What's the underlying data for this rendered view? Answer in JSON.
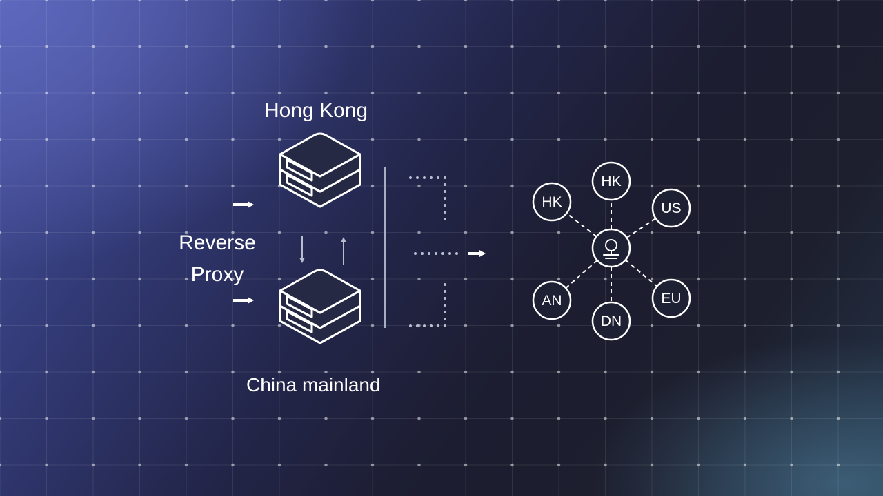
{
  "labels": {
    "hong_kong": "Hong Kong",
    "china_mainland": "China mainland",
    "reverse_proxy": "Reverse Proxy"
  },
  "region_nodes": [
    {
      "id": "hk-left",
      "label": "HK"
    },
    {
      "id": "hk-top",
      "label": "HK"
    },
    {
      "id": "us",
      "label": "US"
    },
    {
      "id": "an",
      "label": "AN"
    },
    {
      "id": "dn",
      "label": "DN"
    },
    {
      "id": "eu",
      "label": "EU"
    }
  ],
  "icons": {
    "servers": "server-stack-icon",
    "hub": "location-pin-icon",
    "arrows": "arrow-right-icon"
  },
  "colors": {
    "foreground": "#ffffff",
    "background_dark": "#1c1d30",
    "background_accent": "#4a56a4"
  }
}
